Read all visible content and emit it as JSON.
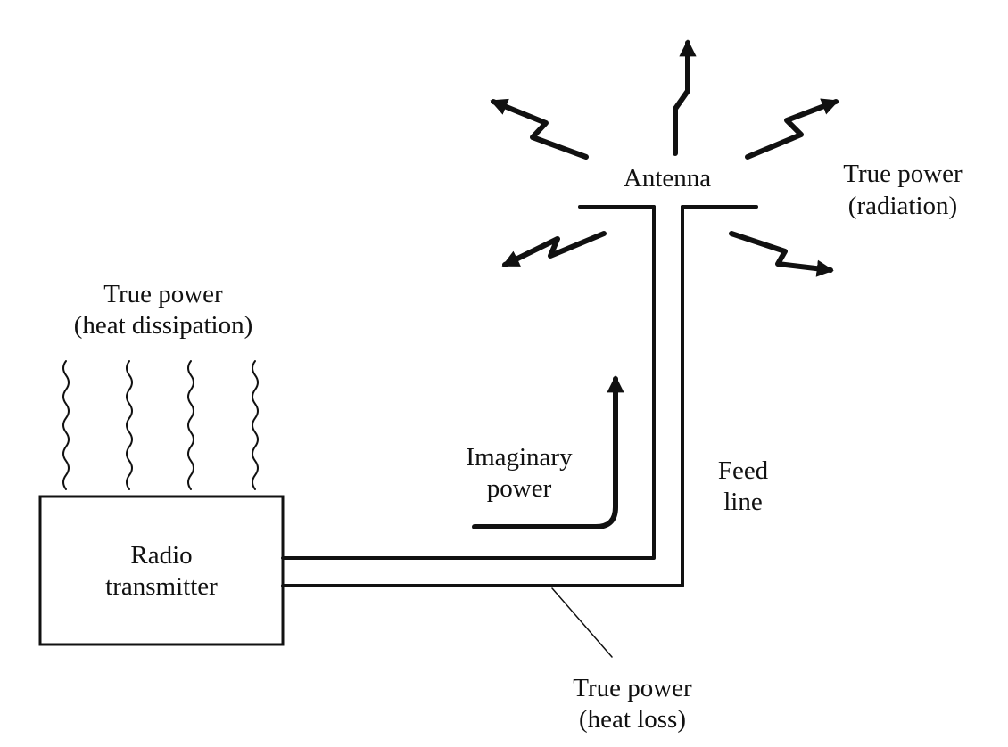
{
  "labels": {
    "antenna": "Antenna",
    "radiation_line1": "True power",
    "radiation_line2": "(radiation)",
    "heat_dissipation_line1": "True power",
    "heat_dissipation_line2": "(heat dissipation)",
    "imaginary_line1": "Imaginary",
    "imaginary_line2": "power",
    "feedline_line1": "Feed",
    "feedline_line2": "line",
    "transmitter_line1": "Radio",
    "transmitter_line2": "transmitter",
    "heat_loss_line1": "True power",
    "heat_loss_line2": "(heat loss)"
  },
  "colors": {
    "ink": "#111111",
    "background": "#ffffff"
  }
}
